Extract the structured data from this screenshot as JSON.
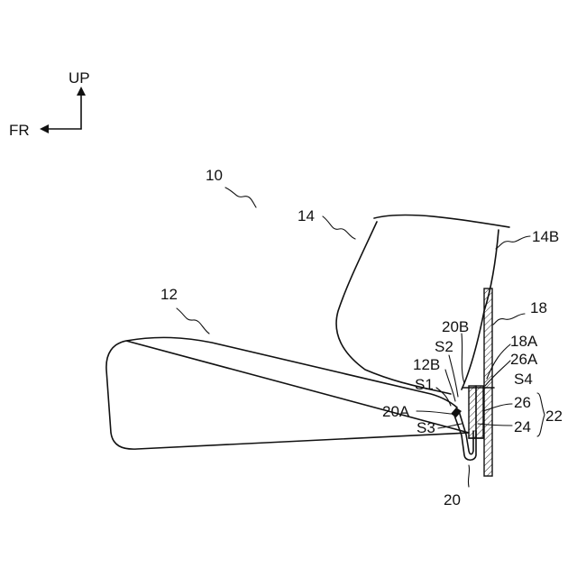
{
  "orientation": {
    "up": "UP",
    "front": "FR"
  },
  "labels": {
    "seat": "10",
    "cushion": "12",
    "cushion_edge": "12B",
    "back": "14",
    "back_edge": "14B",
    "panel": "18",
    "panel_edge": "18A",
    "clip": "20",
    "clip_a": "20A",
    "clip_b": "20B",
    "assembly": "22",
    "part_24": "24",
    "part_26": "26",
    "part_26a": "26A",
    "s1": "S1",
    "s2": "S2",
    "s3": "S3",
    "s4": "S4"
  }
}
